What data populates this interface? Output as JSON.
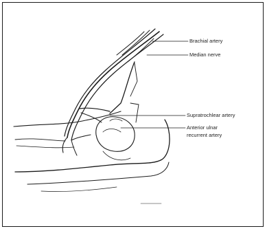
{
  "figure": {
    "labels": {
      "brachial_artery": "Brachial artery",
      "median_nerve": "Median nerve",
      "supratrochlear_artery": "Supratrochlear artery",
      "anterior_ulnar_line1": "Anterior ulnar",
      "anterior_ulnar_line2": "recurrent artery"
    }
  }
}
